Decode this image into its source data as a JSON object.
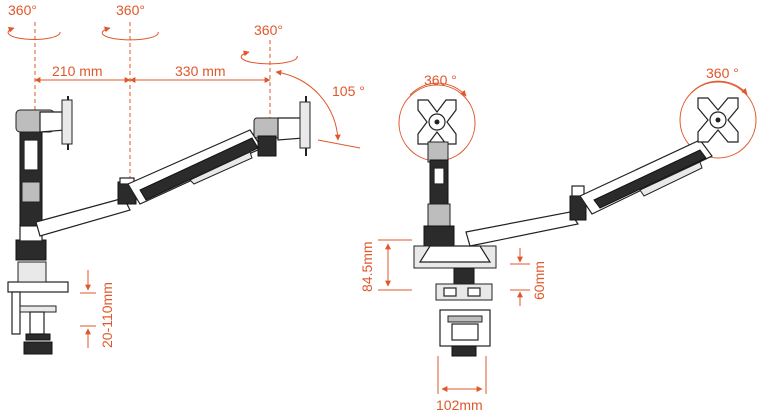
{
  "colors": {
    "accent": "#e0572b",
    "line": "#222222",
    "dark": "#2b2b2b"
  },
  "side_view": {
    "rot_base_left": "360°",
    "rot_base_mid": "360°",
    "rot_head_right": "360°",
    "dim_reach_1": "210 mm",
    "dim_reach_2": "330 mm",
    "tilt_angle": "105 °",
    "clamp_range": "20-110mm"
  },
  "front_view": {
    "rot_monitor_left": "360 °",
    "rot_monitor_right": "360 °",
    "base_height": "84.5mm",
    "pole_height": "60mm",
    "clamp_width": "102mm"
  }
}
